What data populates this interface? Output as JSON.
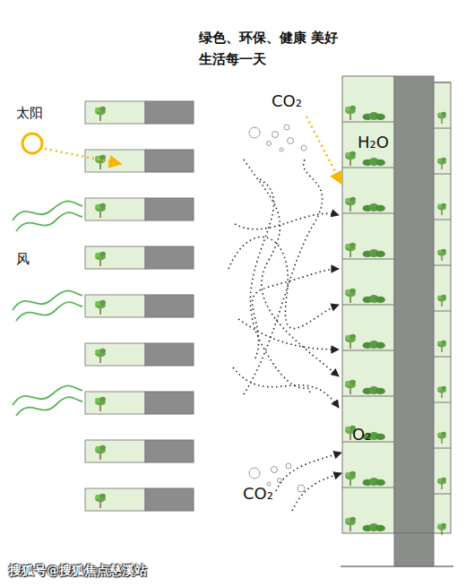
{
  "diagram": {
    "title": "绿色、环保、健康 美好生活每一天",
    "labels": [
      "太阳",
      "风",
      "CO₂",
      "H₂O",
      "O₂",
      "CO₂",
      "搜狐号@搜狐焦点慈溪站"
    ]
  }
}
